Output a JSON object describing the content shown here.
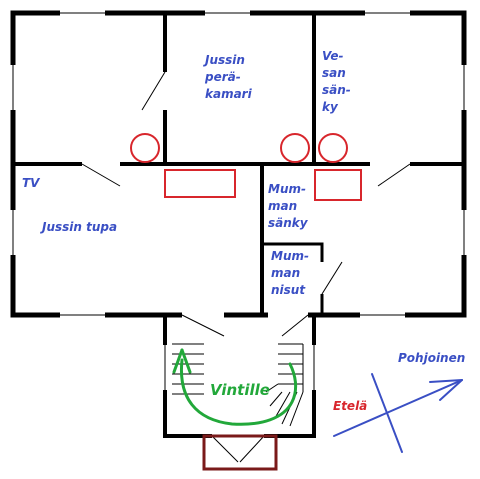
{
  "labels": {
    "jussin_perakamari": [
      "Jussin",
      "perä-",
      "kamari"
    ],
    "vesan_sanky": [
      "Ve-",
      "san",
      "sän-",
      "ky"
    ],
    "tv": "TV",
    "jussin_tupa": "Jussin tupa",
    "mumman_sanky": [
      "Mum-",
      "man",
      "sänky"
    ],
    "mumman_nisut": [
      "Mum-",
      "man",
      "nisut"
    ],
    "vintille": "Vintille",
    "pohjoinen": "Pohjoinen",
    "etela": "Etelä"
  },
  "colors": {
    "walls": "#000000",
    "labels": "#3a4fc4",
    "furniture": "#d8262c",
    "stairs_arrow": "#22a83a",
    "entrance": "#7a1a1a",
    "compass": "#3a4fc4",
    "etela": "#d8262c"
  }
}
